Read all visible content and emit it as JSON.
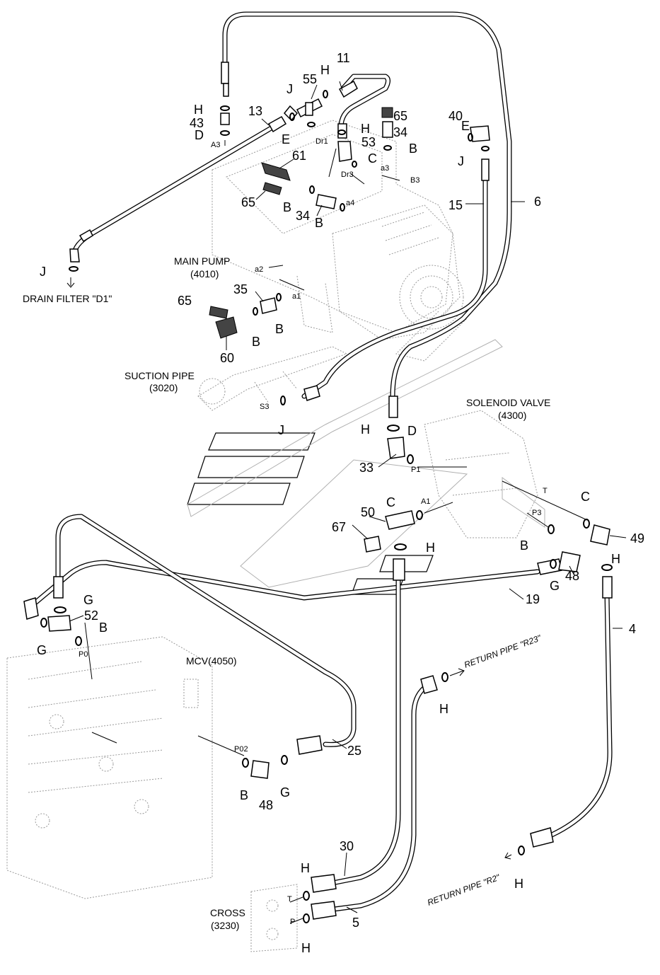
{
  "parts": {
    "p11": "11",
    "p55": "55",
    "p13": "13",
    "p43": "43",
    "p61": "61",
    "p65a": "65",
    "p65b": "65",
    "p65c": "65",
    "p34a": "34",
    "p34b": "34",
    "p53": "53",
    "p40": "40",
    "p15": "15",
    "p6": "6",
    "p35": "35",
    "p60": "60",
    "p33": "33",
    "p50": "50",
    "p67": "67",
    "p49": "49",
    "p48a": "48",
    "p48b": "48",
    "p19": "19",
    "p52": "52",
    "p25": "25",
    "p4": "4",
    "p30": "30",
    "p5": "5"
  },
  "seals": {
    "B": "B",
    "C": "C",
    "D": "D",
    "E": "E",
    "G": "G",
    "H": "H",
    "J": "J"
  },
  "ports": {
    "A3": "A3",
    "Dr1": "Dr1",
    "Dr3": "Dr3",
    "a3": "a3",
    "a4": "a4",
    "B3": "B3",
    "a2": "a2",
    "a1": "a1",
    "S3": "S3",
    "P1": "P1",
    "A1": "A1",
    "T": "T",
    "P3": "P3",
    "P0": "P0",
    "P02": "P02",
    "T2": "T",
    "P": "P"
  },
  "components": {
    "drain_filter": "DRAIN FILTER \"D1\"",
    "main_pump_name": "MAIN PUMP",
    "main_pump_code": "(4010)",
    "suction_pipe_name": "SUCTION PIPE",
    "suction_pipe_code": "(3020)",
    "solenoid_name": "SOLENOID VALVE",
    "solenoid_code": "(4300)",
    "mcv": "MCV(4050)",
    "cross_name": "CROSS",
    "cross_code": "(3230)",
    "return_r23": "RETURN PIPE \"R23\"",
    "return_r2": "RETURN PIPE \"R2\""
  }
}
